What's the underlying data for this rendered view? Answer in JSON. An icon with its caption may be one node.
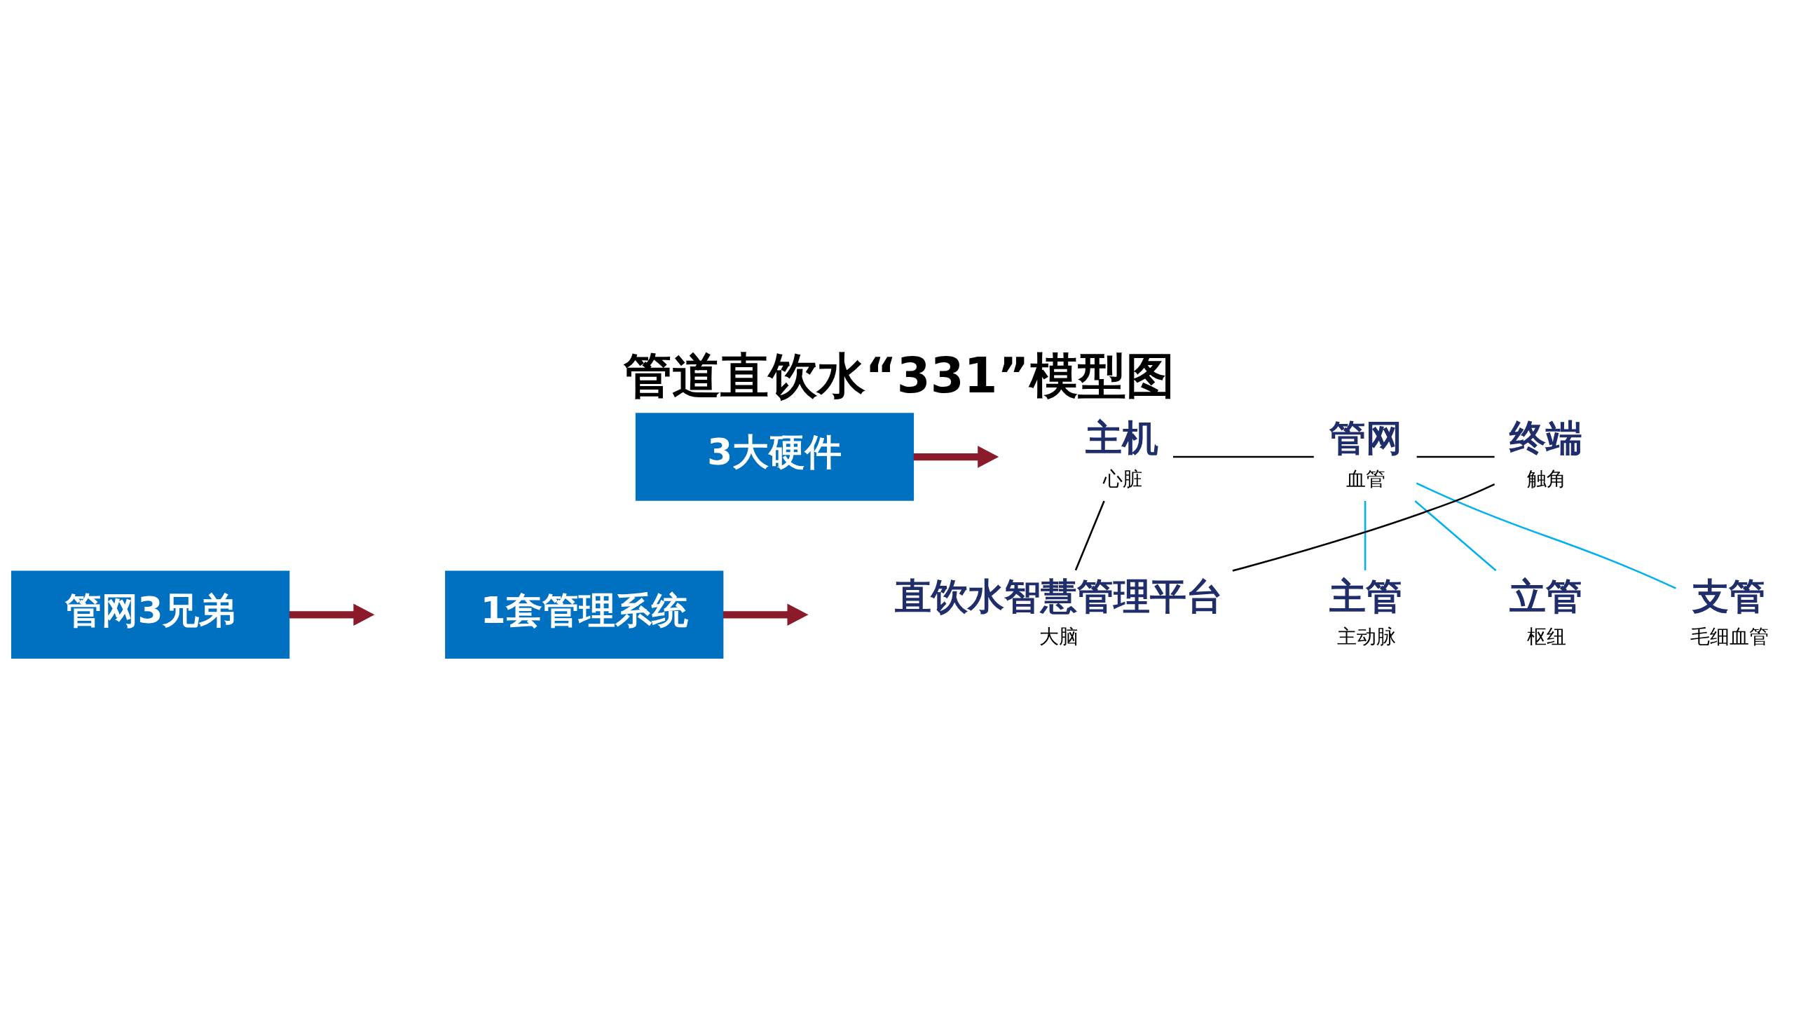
{
  "diagram": {
    "title": "管道直饮水“331”模型图",
    "nodes": [
      {
        "text": [
          "3大硬件"
        ]
      },
      {
        "text": [
          "管网3兄弟"
        ]
      },
      {
        "text": [
          "1套管理系统"
        ]
      },
      {
        "text": [
          "主机"
        ],
        "beside": [
          "心脏"
        ]
      },
      {
        "text": [
          "管网"
        ],
        "beside": [
          "血管"
        ]
      },
      {
        "text": [
          "终端"
        ],
        "beside": [
          "触角"
        ]
      },
      {
        "text": [
          "主管"
        ],
        "beside": [
          "主动脉"
        ]
      },
      {
        "text": [
          "立管"
        ],
        "beside": [
          "枢纽"
        ]
      },
      {
        "text": [
          "支管"
        ],
        "beside": [
          "毛细血管"
        ]
      },
      {
        "text": [
          "直饮水智慧管理平台"
        ],
        "beside": [
          "大脑"
        ]
      }
    ],
    "edges": [
      {
        "from": 0,
        "to": null,
        "arrow": "to",
        "style": "thick",
        "color": "#8b1a2b"
      },
      {
        "from": 1,
        "to": null,
        "arrow": "to",
        "style": "thick",
        "color": "#8b1a2b"
      },
      {
        "from": 2,
        "to": null,
        "arrow": "to",
        "style": "thick",
        "color": "#8b1a2b"
      },
      {
        "from": 3,
        "to": 4,
        "arrow": "none"
      },
      {
        "from": 4,
        "to": 5,
        "arrow": "none"
      },
      {
        "from": 4,
        "to": 6,
        "arrow": "none",
        "color": "#00b0f0"
      },
      {
        "from": 4,
        "to": 7,
        "arrow": "none",
        "color": "#00b0f0"
      },
      {
        "from": 4,
        "to": 8,
        "arrow": "none",
        "color": "#00b0f0"
      },
      {
        "from": 3,
        "to": 9,
        "arrow": "none"
      },
      {
        "from": 5,
        "to": 9,
        "arrow": "none"
      }
    ]
  }
}
